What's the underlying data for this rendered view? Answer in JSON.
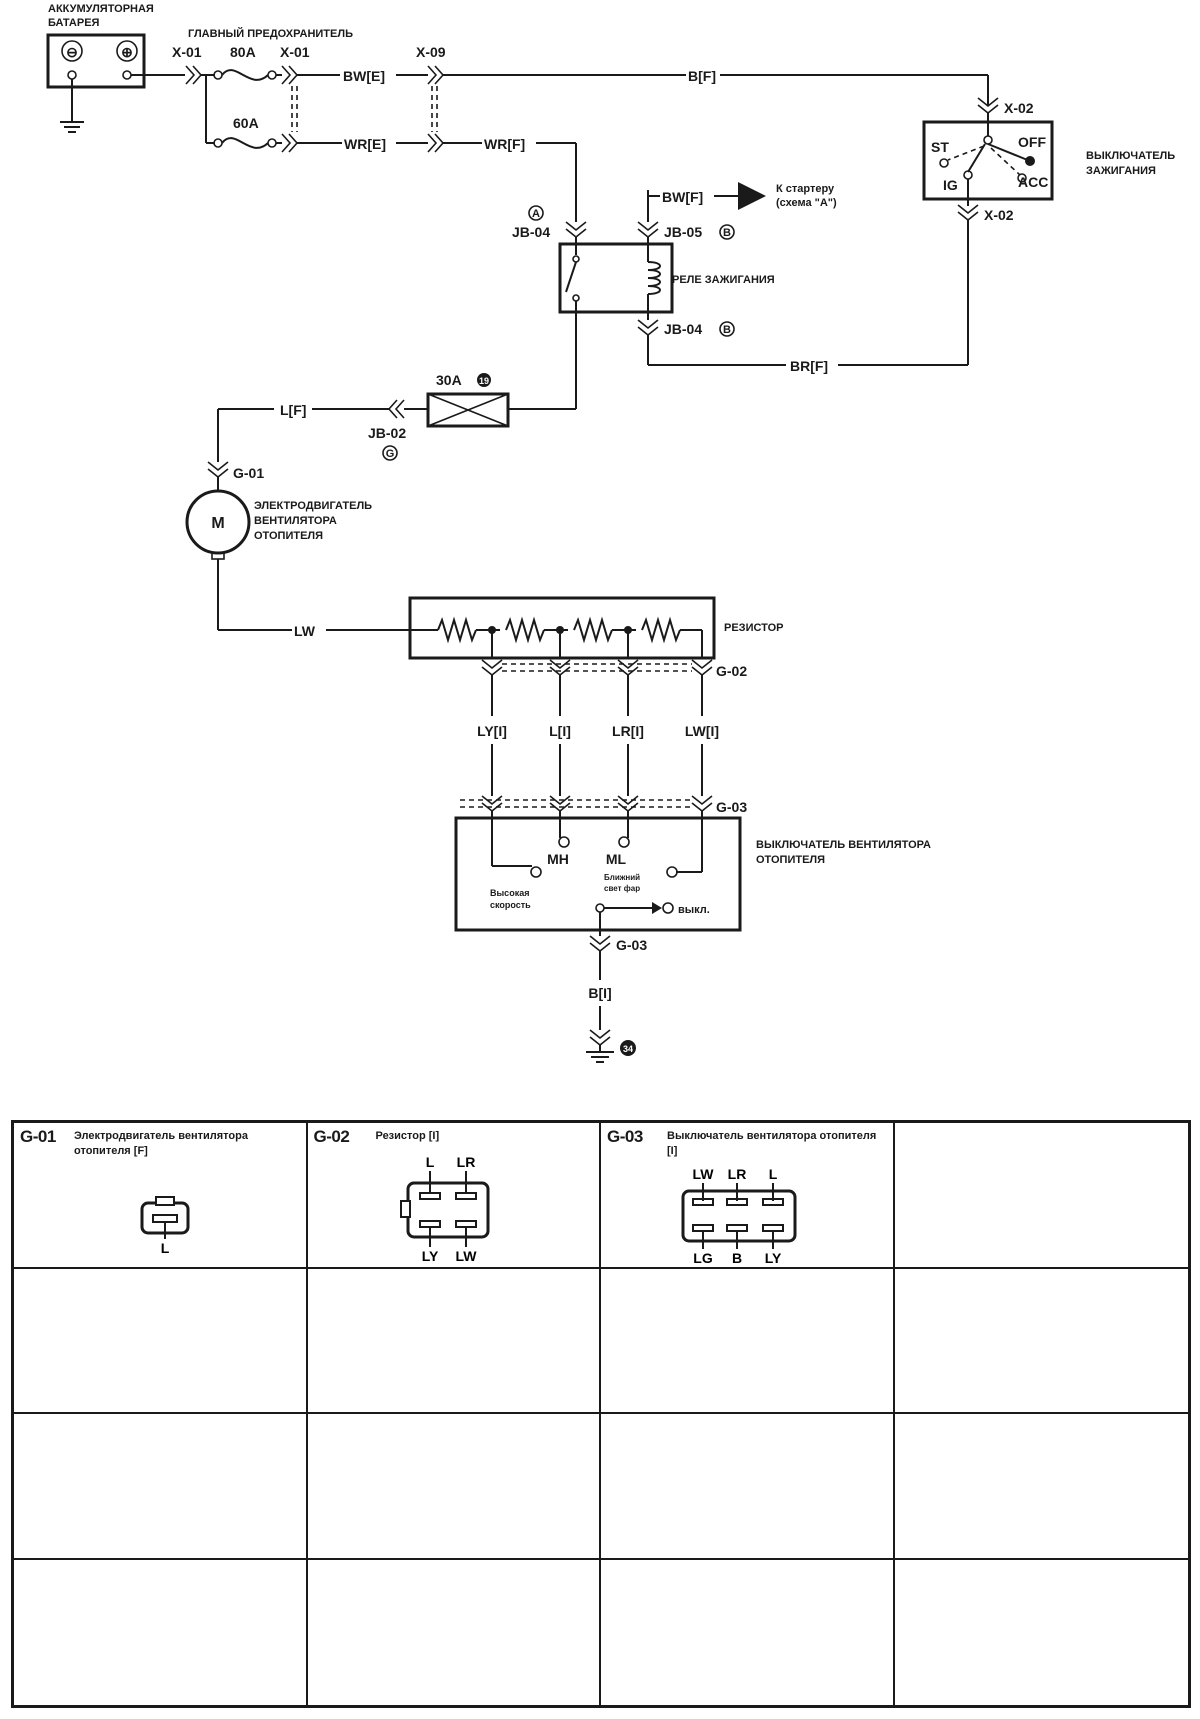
{
  "battery": {
    "title_line1": "АККУМУЛЯТОРНАЯ",
    "title_line2": "БАТАРЕЯ",
    "neg": "⊖",
    "pos": "⊕"
  },
  "main_fuse": {
    "title": "ГЛАВНЫЙ ПРЕДОХРАНИТЕЛЬ",
    "rating_1": "80A",
    "rating_2": "60A"
  },
  "connectors": {
    "x01a": "X-01",
    "x01b": "X-01",
    "x09": "X-09",
    "x02a": "X-02",
    "x02b": "X-02",
    "jb04a": "JB-04",
    "jb05": "JB-05",
    "jb04b": "JB-04",
    "jb02": "JB-02",
    "g01": "G-01",
    "g02": "G-02",
    "g03a": "G-03",
    "g03b": "G-03"
  },
  "wires": {
    "bw_e": "BW[E]",
    "b_f": "B[F]",
    "wr_e": "WR[E]",
    "wr_f": "WR[F]",
    "bw_f": "BW[F]",
    "br_f": "BR[F]",
    "l_f": "L[F]",
    "lw": "LW",
    "ly_i": "LY[I]",
    "l_i": "L[I]",
    "lr_i": "LR[I]",
    "lw_i": "LW[I]",
    "b_i": "B[I]"
  },
  "badges": {
    "a": "A",
    "b1": "B",
    "b2": "B",
    "g": "G",
    "n19": "19",
    "n34": "34"
  },
  "ignition_switch": {
    "title_line1": "ВЫКЛЮЧАТЕЛЬ",
    "title_line2": "ЗАЖИГАНИЯ",
    "st": "ST",
    "off": "OFF",
    "ig": "IG",
    "acc": "ACC"
  },
  "starter": {
    "line1": "К стартеру",
    "line2": "(схема \"А\")"
  },
  "relay": {
    "title": "РЕЛЕ ЗАЖИГАНИЯ"
  },
  "fuse30": {
    "rating": "30A"
  },
  "motor": {
    "symbol": "M",
    "line1": "ЭЛЕКТРОДВИГАТЕЛЬ",
    "line2": "ВЕНТИЛЯТОРА",
    "line3": "ОТОПИТЕЛЯ"
  },
  "resistor": {
    "title": "РЕЗИСТОР"
  },
  "fan_switch": {
    "title_line1": "ВЫКЛЮЧАТЕЛЬ ВЕНТИЛЯТОРА",
    "title_line2": "ОТОПИТЕЛЯ",
    "mh": "MH",
    "ml": "ML",
    "high_line1": "Высокая",
    "high_line2": "скорость",
    "low_line1": "Ближний",
    "low_line2": "свет фар",
    "off": "выкл."
  },
  "connector_table": [
    {
      "id": "G-01",
      "title": "Электродвигатель вентилятора отопителя [F]",
      "pins_top": [],
      "pins_bottom": [
        "L"
      ]
    },
    {
      "id": "G-02",
      "title": "Резистор [I]",
      "pins_top": [
        "L",
        "LR"
      ],
      "pins_bottom": [
        "LY",
        "LW"
      ]
    },
    {
      "id": "G-03",
      "title": "Выключатель вентилятора отопителя [I]",
      "pins_top": [
        "LW",
        "LR",
        "L"
      ],
      "pins_bottom": [
        "LG",
        "B",
        "LY"
      ]
    }
  ]
}
